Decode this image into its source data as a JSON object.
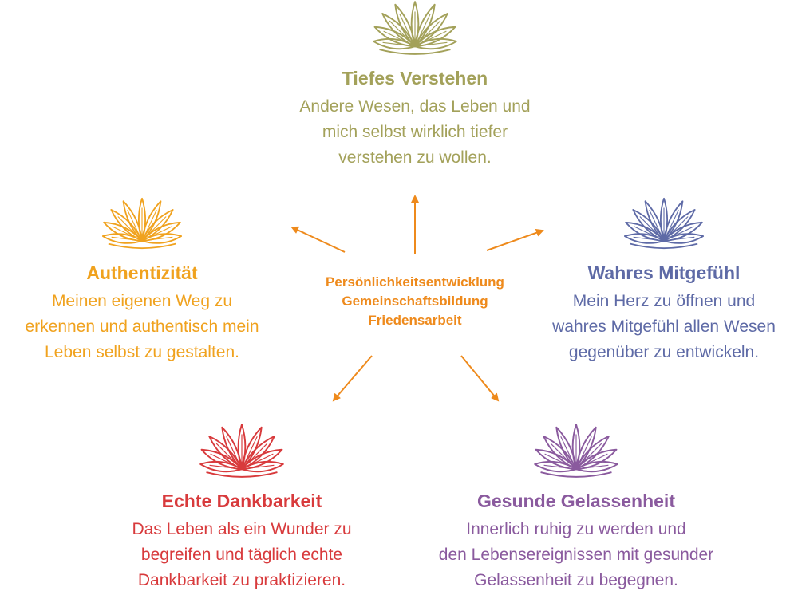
{
  "center": {
    "lines": [
      "Persönlichkeitsentwicklung",
      "Gemeinschaftsbildung",
      "Friedensarbeit"
    ]
  },
  "nodes": {
    "tiefes": {
      "title": "Tiefes Verstehen",
      "lines": [
        "Andere Wesen, das Leben und",
        "mich selbst wirklich tiefer",
        "verstehen zu wollen."
      ],
      "color": "#a3a15a",
      "icon": "lotus-icon"
    },
    "authentizitaet": {
      "title": "Authentizität",
      "lines": [
        "Meinen eigenen Weg zu",
        "erkennen und authentisch mein",
        "Leben selbst zu gestalten."
      ],
      "color": "#f0a21e",
      "icon": "lotus-icon"
    },
    "mitgefuehl": {
      "title": "Wahres Mitgefühl",
      "lines": [
        "Mein Herz zu öffnen und",
        "wahres Mitgefühl allen Wesen",
        "gegenüber zu entwickeln."
      ],
      "color": "#5e6aa6",
      "icon": "lotus-icon"
    },
    "dankbarkeit": {
      "title": "Echte Dankbarkeit",
      "lines": [
        "Das Leben als ein Wunder zu",
        "begreifen und täglich echte",
        "Dankbarkeit zu praktizieren."
      ],
      "color": "#d83a3c",
      "icon": "lotus-icon"
    },
    "gelassenheit": {
      "title": "Gesunde Gelassenheit",
      "lines": [
        "Innerlich ruhig zu werden und",
        "den Lebensereignissen mit gesunder",
        "Gelassenheit zu begegnen."
      ],
      "color": "#8a5a9e",
      "icon": "lotus-icon"
    }
  },
  "arrow_color": "#ee8a1c"
}
